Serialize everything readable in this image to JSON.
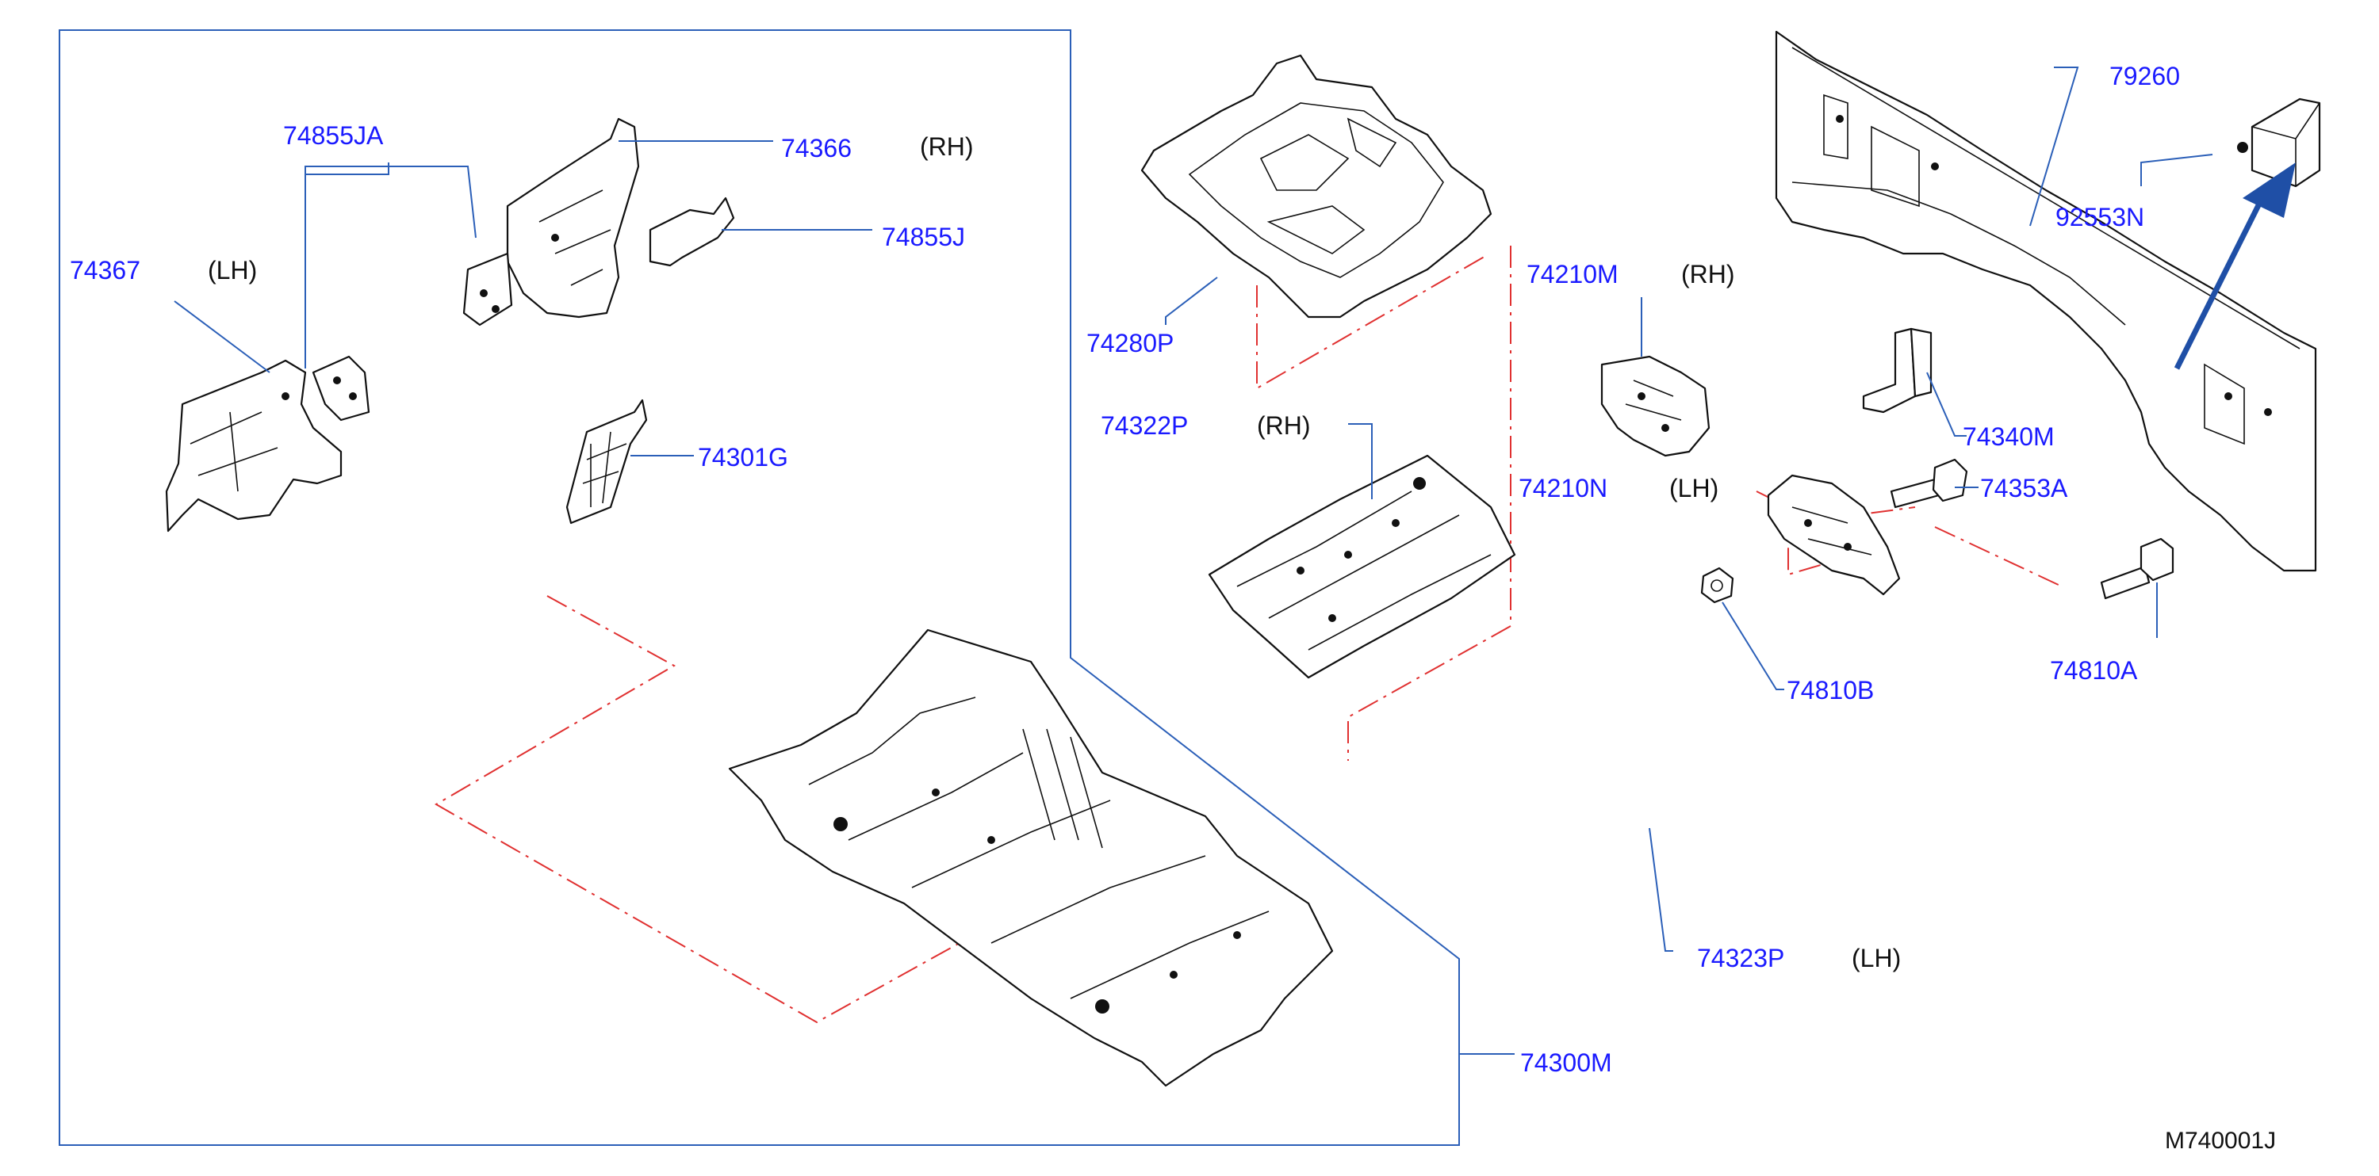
{
  "parts": {
    "p74855JA": "74855JA",
    "p74366": "74366",
    "p74855J": "74855J",
    "p74367": "74367",
    "p74301G": "74301G",
    "p74280P": "74280P",
    "p74322P": "74322P",
    "p74210M": "74210M",
    "p74210N": "74210N",
    "p79260": "79260",
    "p92553N": "92553N",
    "p74340M": "74340M",
    "p74353A": "74353A",
    "p74810B": "74810B",
    "p74810A": "74810A",
    "p74323P": "74323P",
    "p74300M": "74300M"
  },
  "sides": {
    "rh_74366": "(RH)",
    "lh_74367": "(LH)",
    "rh_74322P": "(RH)",
    "rh_74210M": "(RH)",
    "lh_74210N": "(LH)",
    "lh_74323P": "(LH)"
  },
  "diagram_code": "M740001J",
  "colors": {
    "label": "#1a1aff",
    "leader": "#2b5fb8",
    "phantom_line": "#e03030",
    "arrow": "#1f4fa6",
    "drawing": "#111111"
  }
}
